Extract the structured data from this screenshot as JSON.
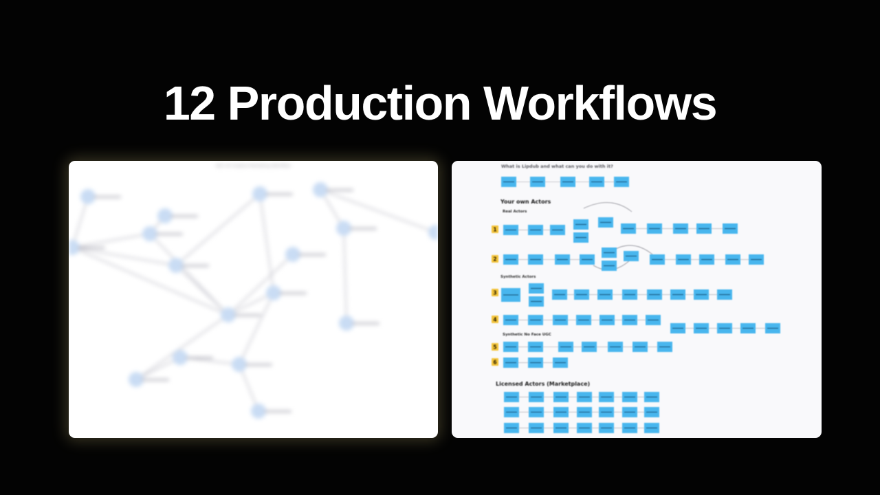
{
  "title": "12 Production Workflows",
  "colors": {
    "background": "#030303",
    "title": "#ffffff",
    "node_blue": "#48b6ee",
    "badge_yellow": "#f4c43a",
    "graph_node": "#c9dcf4"
  },
  "left_panel": {
    "header": "UGC AI Creative Marketing Workflow"
  },
  "right_panel": {
    "top_question": "What is Lipdub and what can you do with it?",
    "sections": [
      {
        "heading": "Your own Actors",
        "subheading": "Real Actors"
      },
      {
        "subheading": "Synthetic Actors"
      },
      {
        "subheading": "Synthetic No Face UGC"
      },
      {
        "heading": "Licensed Actors (Marketplace)"
      }
    ],
    "badges": [
      "1",
      "2",
      "3",
      "4",
      "5",
      "6"
    ]
  }
}
